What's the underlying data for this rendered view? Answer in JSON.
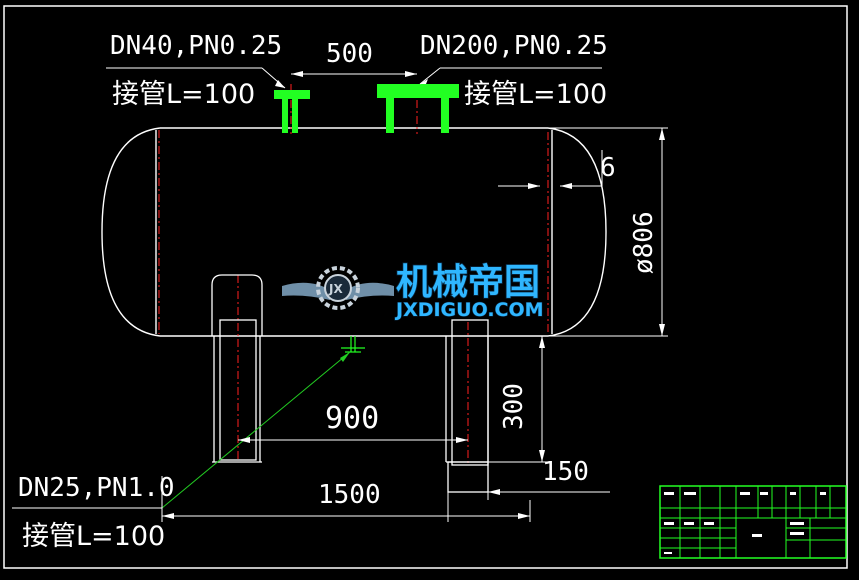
{
  "nozzles": {
    "left_spec": "DN40,PN0.25",
    "left_pipe": "接管L=100",
    "right_spec": "DN200,PN0.25",
    "right_pipe": "接管L=100",
    "bottom_spec": "DN25,PN1.0",
    "bottom_pipe": "接管L=100"
  },
  "dimensions": {
    "nozzle_spacing": "500",
    "wall_thickness": "6",
    "diameter": "ø806",
    "support_spacing": "900",
    "support_height": "300",
    "support_base": "150",
    "total_length": "1500"
  },
  "watermark": {
    "cn": "机械帝国",
    "en": "JXDIGUO.COM",
    "emblem": "JX"
  },
  "colors": {
    "background": "#000000",
    "lines": "#ffffff",
    "nozzle": "#22ff22",
    "center_line": "#ff2020",
    "leader": "#22cc22",
    "watermark": "#2fb6ff",
    "title_block": "#22ff22"
  }
}
